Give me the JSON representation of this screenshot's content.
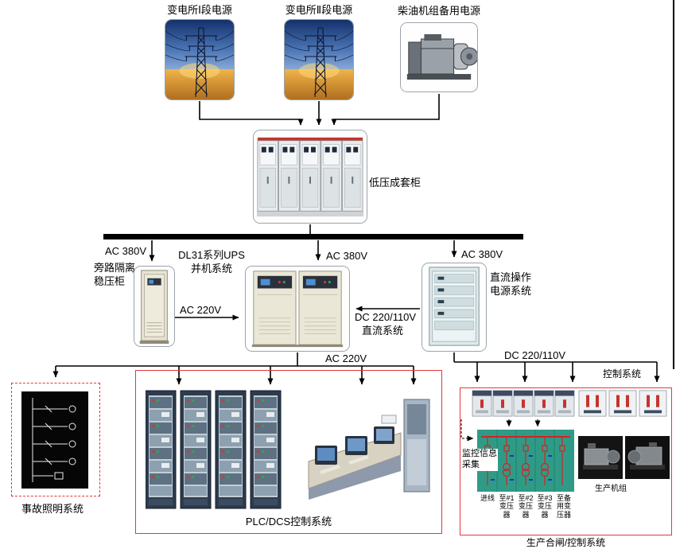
{
  "colors": {
    "highlight_box": "#e23a3a",
    "bus": "#000000",
    "oneline_panel": "#2f9b87"
  },
  "sources": [
    {
      "label": "变电所Ⅰ段电源"
    },
    {
      "label": "变电所Ⅱ段电源"
    },
    {
      "label": "柴油机组备用电源"
    }
  ],
  "lv_cabinet": {
    "label": "低压成套柜"
  },
  "feeds": {
    "ac380_left": "AC 380V",
    "ac380_mid": "AC 380V",
    "ac380_right": "AC 380V"
  },
  "ups": {
    "name_line1": "DL31系列UPS",
    "name_line2": "并机系统",
    "output_label": "AC 220V"
  },
  "bypass": {
    "name_line1": "旁路隔离",
    "name_line2": "稳压柜",
    "output_label": "AC 220V"
  },
  "dc_system": {
    "name_line1": "直流操作",
    "name_line2": "电源系统",
    "to_ups_line1": "DC 220/110V",
    "to_ups_line2": "直流系统",
    "output_label": "DC 220/110V",
    "output_target": "控制系统"
  },
  "emergency_lighting": {
    "caption": "事故照明系统"
  },
  "plc_dcs": {
    "caption": "PLC/DCS控制系统"
  },
  "production": {
    "caption": "生产合闸/控制系统",
    "monitor_label_line1": "监控信息",
    "monitor_label_line2": "采集",
    "units_label": "生产机组",
    "feeders": [
      "进线",
      "至#1变压器",
      "至#2变压器",
      "至#3变压器",
      "至备用变压器"
    ]
  }
}
